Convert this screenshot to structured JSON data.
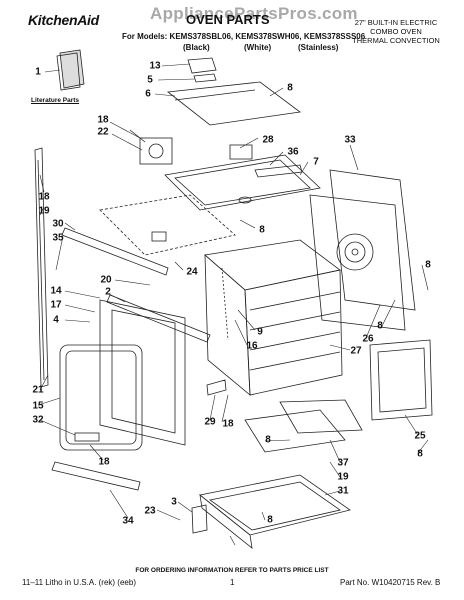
{
  "header": {
    "brand": "KitchenAid",
    "section": "OVEN PARTS",
    "watermark": "AppliancePartsPros.com",
    "models_line": "For Models: KEMS378SBL06, KEMS378SWH06, KEMS378SSS06",
    "variants": [
      "(Black)",
      "(White)",
      "(Stainless)"
    ],
    "product_lines": [
      "27\" BUILT-IN ELECTRIC",
      "COMBO OVEN",
      "THERMAL CONVECTION"
    ]
  },
  "literature_label": "Literature Parts",
  "callouts": [
    "1",
    "13",
    "5",
    "6",
    "8",
    "18",
    "22",
    "28",
    "36",
    "7",
    "33",
    "18",
    "19",
    "30",
    "8",
    "35",
    "24",
    "8",
    "20",
    "14",
    "2",
    "17",
    "4",
    "9",
    "16",
    "26",
    "8",
    "27",
    "21",
    "15",
    "32",
    "29",
    "18",
    "25",
    "8",
    "18",
    "37",
    "19",
    "31",
    "8",
    "3",
    "23",
    "34",
    "8"
  ],
  "footer": {
    "ordering_note": "FOR ORDERING INFORMATION REFER TO PARTS PRICE LIST",
    "litho": "11–11 Litho in U.S.A. (rek) (eeb)",
    "page": "1",
    "part_no": "Part No. W10420715 Rev. B"
  }
}
